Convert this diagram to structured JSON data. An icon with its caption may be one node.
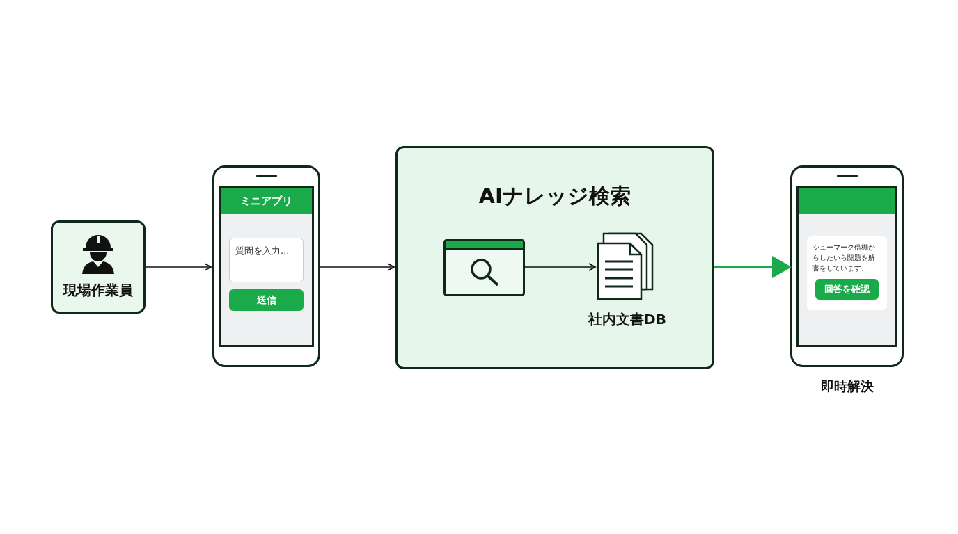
{
  "diagram": {
    "nodes": [
      {
        "text": [
          "現場作業員"
        ]
      },
      {
        "text": [
          "ミニアプリ",
          "質問を入力...",
          "送信"
        ]
      },
      {
        "text": [
          "AIナレッジ検索"
        ]
      },
      {
        "text": [],
        "shape": "picture",
        "in": 2
      },
      {
        "text": [
          "社内文書DB"
        ],
        "in": 2
      },
      {
        "text": [
          "シューマーク偕棚からしたいら闘題を解害をしています。",
          "回答を確認"
        ],
        "beside": [
          "即時解決"
        ]
      }
    ],
    "edges": [
      {
        "from": 0,
        "to": 1,
        "arrow": "to"
      },
      {
        "from": 1,
        "to": 2,
        "arrow": "to"
      },
      {
        "from": 3,
        "to": 4,
        "arrow": "to"
      },
      {
        "from": 2,
        "to": 5,
        "arrow": "to",
        "style": "thick",
        "color": "#1aaa4a"
      }
    ]
  }
}
